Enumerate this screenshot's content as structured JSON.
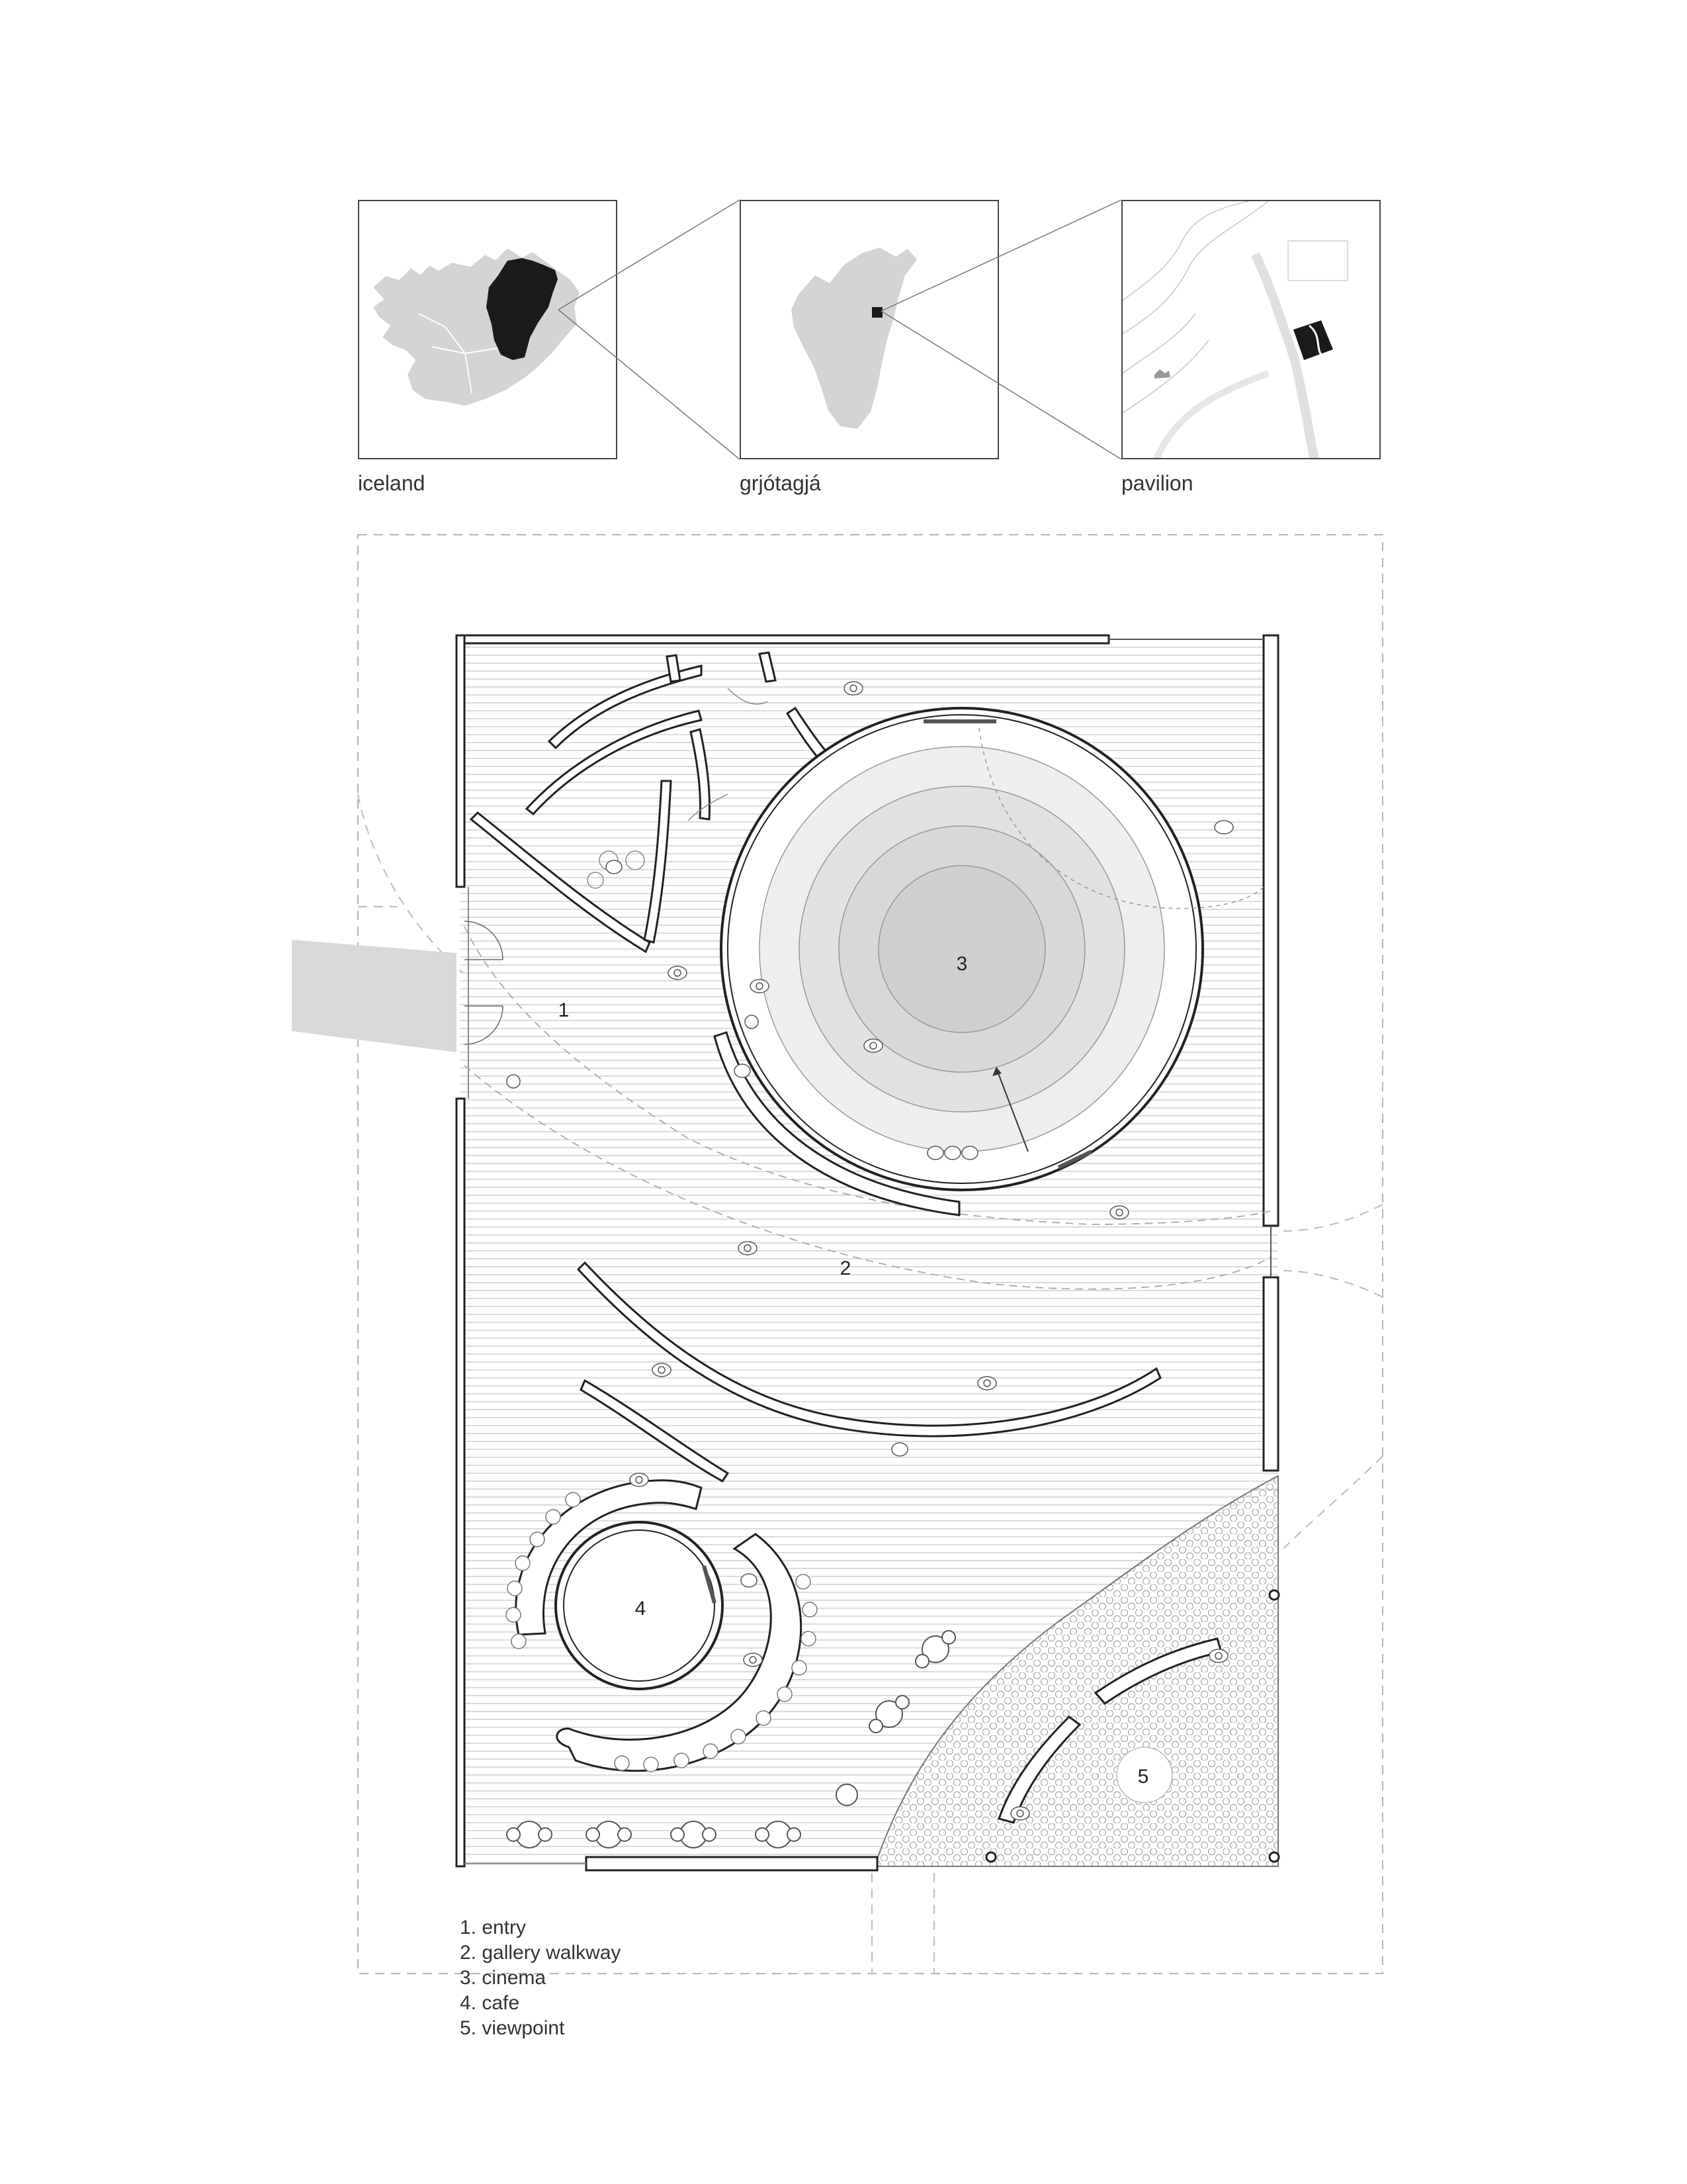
{
  "locator_maps": [
    {
      "caption": "iceland"
    },
    {
      "caption": "grjótagjá"
    },
    {
      "caption": "pavilion"
    }
  ],
  "zones": [
    {
      "number": "1"
    },
    {
      "number": "2"
    },
    {
      "number": "3"
    },
    {
      "number": "4"
    },
    {
      "number": "5"
    }
  ],
  "legend": [
    "1. entry",
    "2. gallery walkway",
    "3. cinema",
    "4. cafe",
    "5. viewpoint"
  ],
  "colors": {
    "line": "#333333",
    "floor_hatch": "#c8c8c8",
    "map_grey": "#d4d4d4",
    "highlight": "#1a1a1a",
    "cinema_rings": [
      "#eeeeee",
      "#e2e2e2",
      "#d8d8d8",
      "#cfcfcf"
    ],
    "entry_path": "#d9d9d9"
  }
}
